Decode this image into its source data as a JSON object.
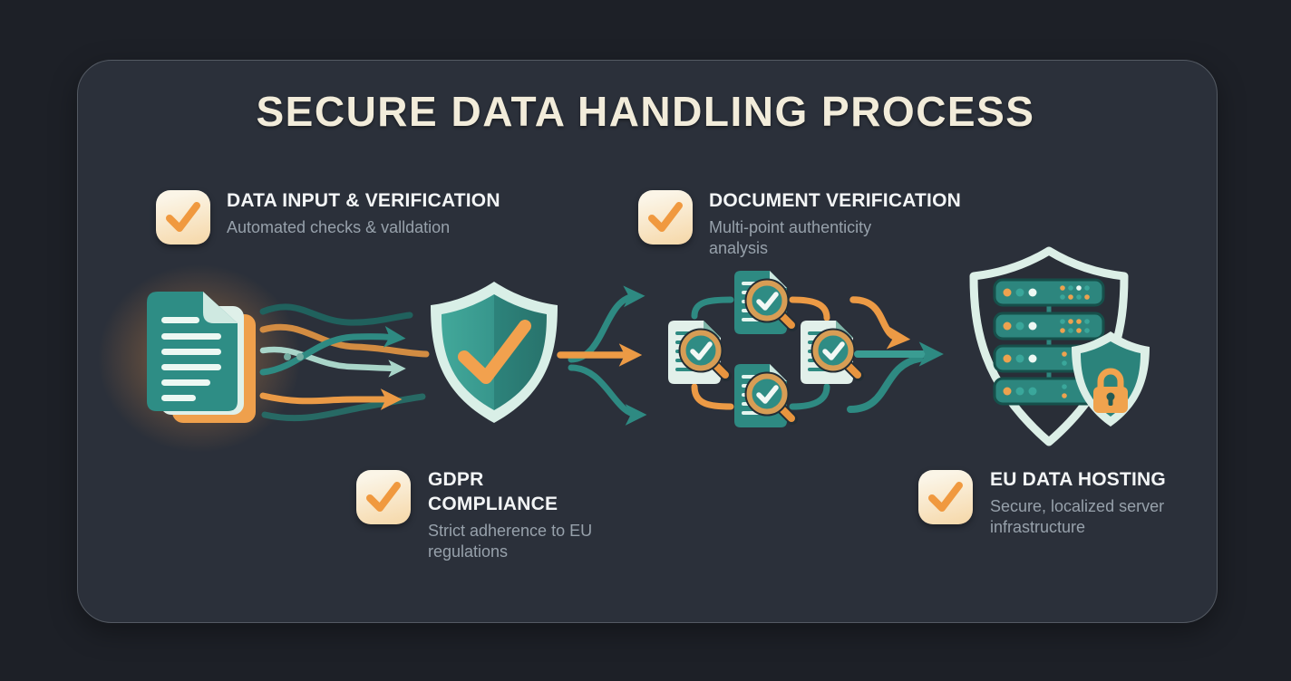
{
  "header": {
    "title": "SECURE DATA HANDLING PROCESS"
  },
  "steps": [
    {
      "title": "DATA INPUT & VERIFICATION",
      "subtitle": "Automated checks & valldation"
    },
    {
      "title": "DOCUMENT VERIFICATION",
      "subtitle": "Multi-point authenticity analysis"
    },
    {
      "title": "GDPR COMPLIANCE",
      "subtitle": "Strict adherence to EU regulations"
    },
    {
      "title": "EU DATA HOSTING",
      "subtitle": "Secure, localized server infrastructure"
    }
  ],
  "icons": {
    "check-badge-icon": "rounded square with orange checkmark",
    "document-stack-icon": "glowing stacked documents",
    "verification-shield-icon": "teal shield with orange checkmark",
    "document-scan-icon": "document with magnifying-glass check (x4)",
    "server-shield-icon": "server rack inside shield outline",
    "padlock-shield-icon": "small teal shield with orange padlock"
  },
  "colors": {
    "background": "#1d2027",
    "panel": "#2b303a",
    "panel_border": "#545a63",
    "title": "#f2ecda",
    "step_title": "#f3f5f6",
    "step_subtitle": "#97a1ab",
    "teal": "#2e8a82",
    "teal_dark": "#20615d",
    "mint": "#d9efe7",
    "orange": "#ee9c49",
    "badge_gradient_top": "#fbf5e7",
    "badge_gradient_bottom": "#f6d9ab",
    "check_orange": "#f0993f"
  }
}
